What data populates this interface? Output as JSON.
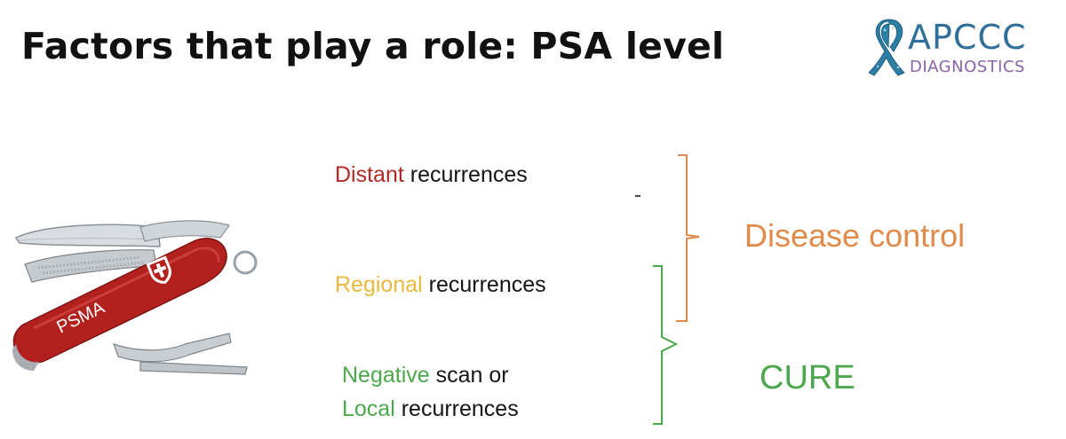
{
  "slide": {
    "title": "Factors that play a role: PSA level"
  },
  "logo": {
    "main": "APCCC",
    "sub": "DIAGNOSTICS",
    "ribbon_color": "#2c7fa3",
    "main_color": "#2f6f9a",
    "sub_color": "#8a62a6"
  },
  "knife": {
    "label": "PSMA",
    "body_color": "#b3211f",
    "icon": "swiss-army-knife-image"
  },
  "items": {
    "distant": {
      "highlight": "Distant",
      "rest": " recurrences",
      "color": "#b22a26"
    },
    "regional": {
      "highlight": "Regional",
      "rest": " recurrences",
      "color": "#e8b93c"
    },
    "negative": {
      "line1_highlight": "Negative",
      "line1_rest": " scan or",
      "line2_highlight": "Local",
      "line2_rest": " recurrences",
      "color": "#4ca84c"
    }
  },
  "outcomes": {
    "disease_control": {
      "label": "Disease control",
      "color": "#e08a4c"
    },
    "cure": {
      "label": "CURE",
      "color": "#4ca84c"
    }
  }
}
